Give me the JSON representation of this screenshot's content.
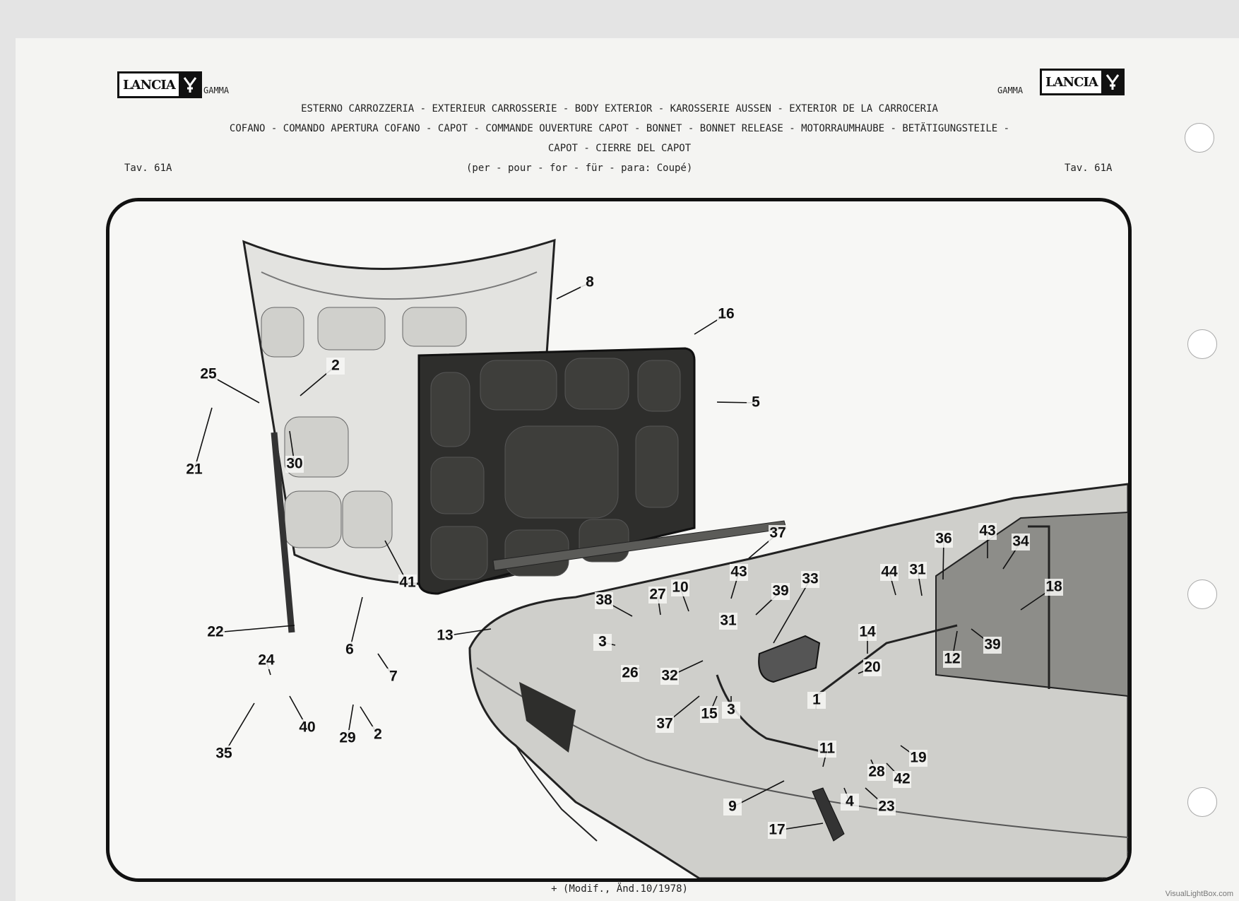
{
  "header": {
    "brand": "LANCIA",
    "model_left": "GAMMA",
    "model_right": "GAMMA",
    "line1": "ESTERNO CARROZZERIA  -  EXTERIEUR CARROSSERIE  -  BODY EXTERIOR  -  KAROSSERIE AUSSEN  -  EXTERIOR DE LA CARROCERIA",
    "line2": "COFANO - COMANDO APERTURA COFANO  -  CAPOT - COMMANDE OUVERTURE CAPOT  -  BONNET - BONNET RELEASE  -  MOTORRAUMHAUBE - BETÄTIGUNGSTEILE  -",
    "line3": "CAPOT - CIERRE DEL CAPOT",
    "plate_left": "Tav. 61A",
    "plate_right": "Tav. 61A",
    "applicability": "(per  -  pour  -  for  -  für  -  para: Coupé)"
  },
  "diagram": {
    "callouts": [
      "8",
      "16",
      "25",
      "2",
      "5",
      "21",
      "30",
      "22",
      "41",
      "6",
      "7",
      "24",
      "40",
      "35",
      "29",
      "2",
      "37",
      "43",
      "10",
      "27",
      "38",
      "39",
      "33",
      "31",
      "13",
      "3",
      "26",
      "32",
      "37",
      "3",
      "14",
      "20",
      "44",
      "31",
      "36",
      "43",
      "34",
      "18",
      "12",
      "39",
      "1",
      "15",
      "11",
      "19",
      "28",
      "42",
      "9",
      "4",
      "23",
      "17"
    ]
  },
  "footer": {
    "note": "+ (Modif., Änd.10/1978)"
  },
  "watermark": "VisualLightBox.com"
}
